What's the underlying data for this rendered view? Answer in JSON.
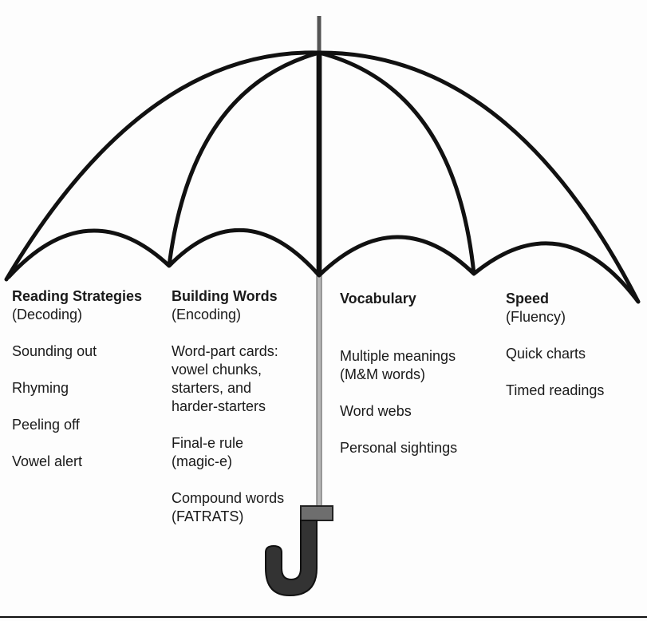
{
  "columns": [
    {
      "heading": "Reading Strategies",
      "subheading": "(Decoding)",
      "items": [
        [
          "Sounding out"
        ],
        [
          "Rhyming"
        ],
        [
          "Peeling off"
        ],
        [
          "Vowel alert"
        ]
      ]
    },
    {
      "heading": "Building Words",
      "subheading": "(Encoding)",
      "items": [
        [
          "Word-part cards:",
          "vowel chunks,",
          "starters, and",
          "harder-starters"
        ],
        [
          "Final-e rule",
          "(magic-e)"
        ],
        [
          "Compound words",
          "(FATRATS)"
        ]
      ]
    },
    {
      "heading": "Vocabulary",
      "subheading": "",
      "items": [
        [
          "Multiple meanings",
          "(M&M words)"
        ],
        [
          "Word webs"
        ],
        [
          "Personal sightings"
        ]
      ]
    },
    {
      "heading": "Speed",
      "subheading": "(Fluency)",
      "items": [
        [
          "Quick charts"
        ],
        [
          "Timed readings"
        ]
      ]
    }
  ],
  "colors": {
    "outline": "#111111",
    "shaft": "#9a9a9a",
    "handle": "#333333",
    "collar": "#6e6e6e"
  }
}
